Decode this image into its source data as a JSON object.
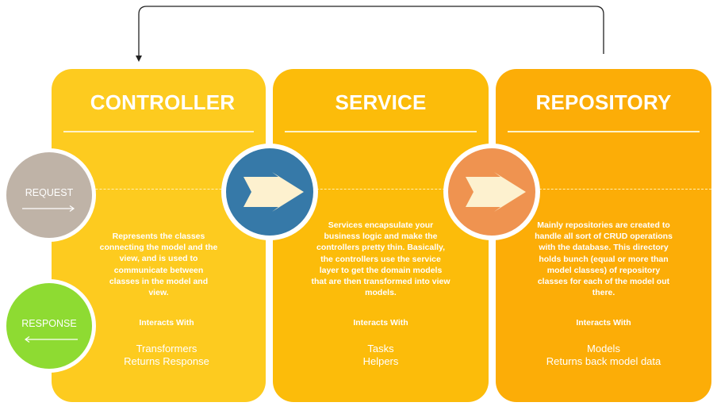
{
  "controller": {
    "title": "CONTROLLER",
    "description": "Represents the classes connecting the model and the view, and is used to communicate between classes in the model and view.",
    "interacts_title": "Interacts With",
    "interacts_items": [
      "Transformers",
      "Returns Response"
    ]
  },
  "service": {
    "title": "SERVICE",
    "description": "Services encapsulate your business logic and make the controllers pretty thin. Basically, the controllers use the service layer to get the domain models that are then transformed into view models.",
    "interacts_title": "Interacts With",
    "interacts_items": [
      "Tasks",
      "Helpers"
    ]
  },
  "repository": {
    "title": "REPOSITORY",
    "description": "Mainly repositories are created to handle all sort of CRUD operations with the database. This directory holds bunch (equal or more than model classes) of repository classes for each of the model out there.",
    "interacts_title": "Interacts With",
    "interacts_items": [
      "Models",
      "Returns back model data"
    ]
  },
  "request": {
    "label": "REQUEST"
  },
  "response": {
    "label": "RESPONSE"
  },
  "colors": {
    "controller": "#fdcb1f",
    "service": "#fcbc0a",
    "repository": "#fcad07",
    "request": "#bfb3a7",
    "response": "#8edb32",
    "service_connector": "#3679a8",
    "repository_connector": "#ef9350",
    "arrow_fill": "#fdf1cf"
  },
  "icons": {
    "connector": "chevron-arrow-right-icon",
    "request": "arrow-right-icon",
    "response": "arrow-left-icon"
  }
}
